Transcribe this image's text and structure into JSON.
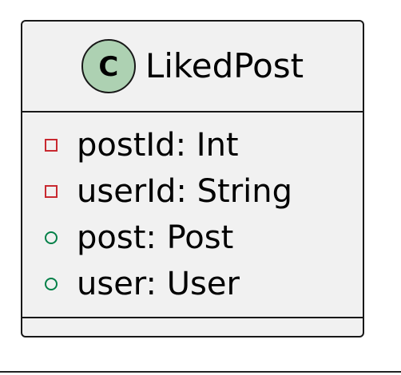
{
  "class": {
    "stereotype_letter": "C",
    "name": "LikedPost",
    "attributes": [
      {
        "visibility": "private",
        "text": "postId: Int"
      },
      {
        "visibility": "private",
        "text": "userId: String"
      },
      {
        "visibility": "public",
        "text": "post: Post"
      },
      {
        "visibility": "public",
        "text": "user: User"
      }
    ]
  },
  "colors": {
    "stereotype_fill": "#add1b2",
    "box_fill": "#f1f1f1",
    "border": "#181818",
    "private_marker": "#c82930",
    "public_marker": "#038048"
  }
}
